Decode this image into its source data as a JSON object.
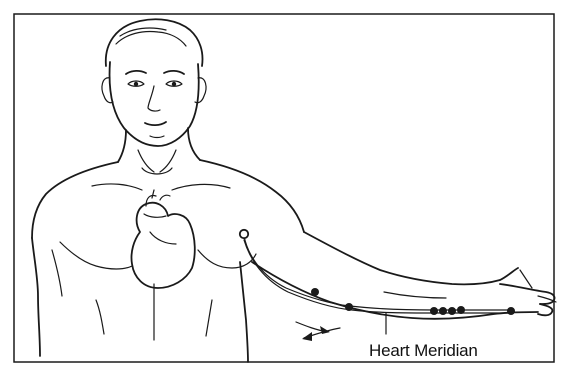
{
  "figure": {
    "label": "Heart Meridian",
    "colors": {
      "ink": "#1a1a1a",
      "background": "#ffffff"
    },
    "icons": [
      "human-torso-drawing",
      "heart-organ",
      "meridian-line",
      "flow-direction-arrows"
    ]
  }
}
